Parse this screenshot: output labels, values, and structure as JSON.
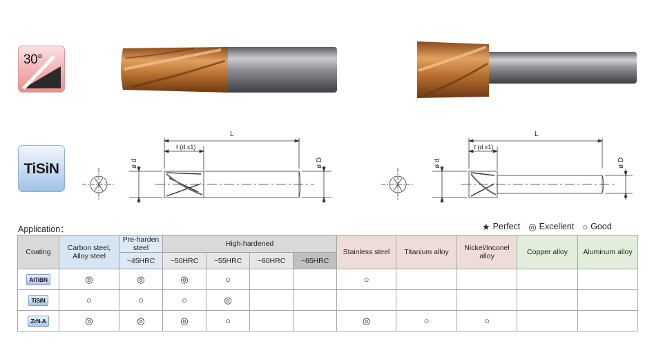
{
  "badges": {
    "helix_angle": "30°",
    "coating": "TiSiN"
  },
  "colors": {
    "coating_gold": "#c47a38",
    "shank_gray": "#8b8d91"
  },
  "drawings": {
    "left": {
      "length": "L",
      "flute_length": "ℓ (d x1)",
      "cutting_diameter": "ø d",
      "shank_diameter": "ø D"
    },
    "right": {
      "length": "L",
      "flute_length": "ℓ (d x1)",
      "cutting_diameter": "ø d",
      "shank_diameter": "ø D"
    }
  },
  "application": {
    "title": "Application：",
    "legend": [
      {
        "symbol": "★",
        "label": "Perfect"
      },
      {
        "symbol": "◎",
        "label": "Excellent"
      },
      {
        "symbol": "○",
        "label": "Good"
      }
    ],
    "headers": {
      "coating": "Coating",
      "carbon": "Carbon steel, Alloy steel",
      "pre_harden": "Pre-harden steel",
      "high_hardened": "High-hardened",
      "stainless": "Stainless steel",
      "titanium": "Titanium alloy",
      "nickel": "Nickel/Inconel alloy",
      "copper": "Copper alloy",
      "aluminum": "Aluminum alloy",
      "sub": [
        "~45HRC",
        "~50HRC",
        "~55HRC",
        "~60HRC",
        "~65HRC"
      ]
    },
    "rows": [
      {
        "coating": "AlTiBN",
        "cells": [
          "◎",
          "◎",
          "◎",
          "○",
          "",
          "",
          "○",
          "",
          "",
          "",
          ""
        ]
      },
      {
        "coating": "TiSiN",
        "cells": [
          "○",
          "○",
          "○",
          "◎",
          "",
          "",
          "",
          "",
          "",
          "",
          ""
        ]
      },
      {
        "coating": "ZrN-A",
        "cells": [
          "◎",
          "◎",
          "◎",
          "○",
          "",
          "",
          "◎",
          "○",
          "○",
          "",
          ""
        ]
      }
    ]
  }
}
